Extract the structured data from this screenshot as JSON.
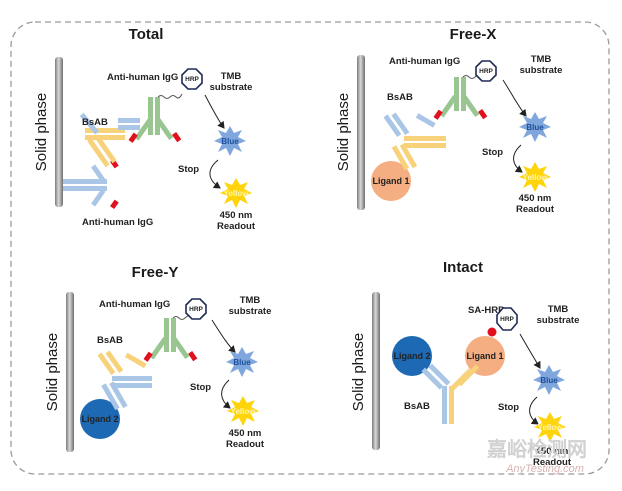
{
  "colors": {
    "frame": "#9a9a9a",
    "yellow_ab": "#f7d27a",
    "blue_ab": "#a9c6e6",
    "green_ab": "#98c590",
    "red_tip": "#e0101d",
    "blue_star": "#7fa7dd",
    "yellow_star": "#ffd40a",
    "ligand1": "#f5ad82",
    "ligand2": "#1d69b4"
  },
  "panels": [
    {
      "title": "Total",
      "solid_label": "Solid phase",
      "anti_human_igg": "Anti-human IgG",
      "anti_human_igg_bottom": "Anti-human IgG",
      "bsab": "BsAB",
      "hrp": "HRP",
      "tmb": [
        "TMB",
        "substrate"
      ],
      "blue": "Blue",
      "stop": "Stop",
      "yellow": "Yellow",
      "readout": [
        "450 nm",
        "Readout"
      ]
    },
    {
      "title": "Free-X",
      "solid_label": "Solid phase",
      "anti_human_igg": "Anti-human IgG",
      "bsab": "BsAB",
      "hrp": "HRP",
      "ligand": "Ligand 1",
      "tmb": [
        "TMB",
        "substrate"
      ],
      "blue": "Blue",
      "stop": "Stop",
      "yellow": "Yellow",
      "readout": [
        "450 nm",
        "Readout"
      ]
    },
    {
      "title": "Free-Y",
      "solid_label": "Solid phase",
      "anti_human_igg": "Anti-human IgG",
      "bsab": "BsAB",
      "hrp": "HRP",
      "ligand": "Ligand 2",
      "tmb": [
        "TMB",
        "substrate"
      ],
      "blue": "Blue",
      "stop": "Stop",
      "yellow": "Yellow",
      "readout": [
        "450 nm",
        "Readout"
      ]
    },
    {
      "title": "Intact",
      "solid_label": "Solid phase",
      "sa_hrp": "SA-HRP",
      "bsab": "BsAB",
      "hrp": "HRP",
      "ligand1": "Ligand 1",
      "ligand2": "Ligand 2",
      "tmb": [
        "TMB",
        "substrate"
      ],
      "blue": "Blue",
      "stop": "Stop",
      "yellow": "Yellow",
      "readout": [
        "450 nm",
        "Readout"
      ]
    }
  ],
  "watermark": {
    "cn": "嘉峪检测网",
    "en": "AnyTesting.com"
  }
}
